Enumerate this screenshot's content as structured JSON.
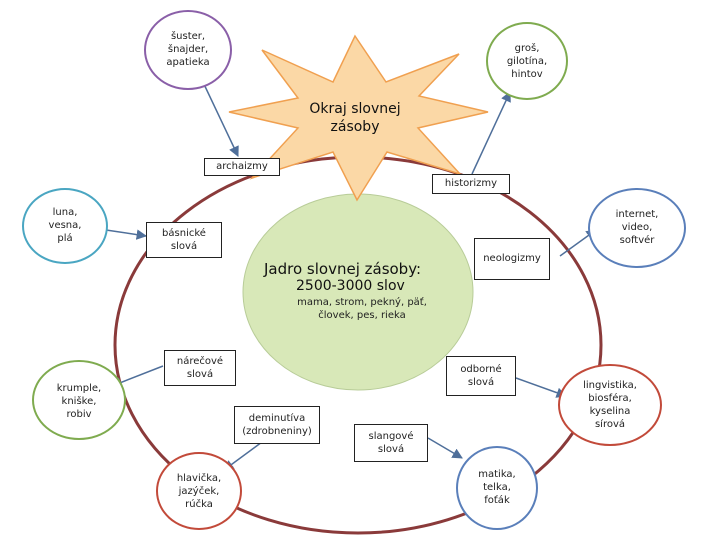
{
  "colors": {
    "outer_ring": "#8a3a3a",
    "core_fill": "#d8e8b8",
    "star_fill": "#fbd8a6",
    "star_stroke": "#f0a050",
    "arrow": "#4f6f9a",
    "circle_purple": "#8a5fa8",
    "circle_green": "#7fab4f",
    "circle_cyan": "#4aa6c2",
    "circle_blue": "#5a7fba",
    "circle_red": "#c24a3a",
    "circle_orange": "#e08a30"
  },
  "star": {
    "label": "Okraj slovnej\nzásoby"
  },
  "core": {
    "title": "Jadro slovnej zásoby:",
    "count": "2500-3000 slov",
    "examples": "mama, strom, pekný, päť,\nčlovek, pes, rieka"
  },
  "categories": {
    "archaizmy": "archaizmy",
    "historizmy": "historizmy",
    "basnicke": "básnické\nslová",
    "neologizmy": "neologizmy",
    "narecove": "nárečové\nslová",
    "odborne": "odborné\nslová",
    "deminutiva": "deminutíva\n(zdrobneniny)",
    "slangove": "slangové\nslová"
  },
  "examples": {
    "archaizmy": "šuster,\nšnajder,\napatieka",
    "historizmy": "groš,\ngilotína,\nhintov",
    "basnicke": "luna,\nvesna,\nplá",
    "neologizmy": "internet,\nvideo,\nsoftvér",
    "narecove": "krumple,\nkniške,\nrobiv",
    "odborne": "lingvistika,\nbiosféra,\nkyselina\nsírová",
    "deminutiva": "hlavička,\njazýček,\nrúčka",
    "slangove": "matika,\ntelka,\nfoťák"
  }
}
